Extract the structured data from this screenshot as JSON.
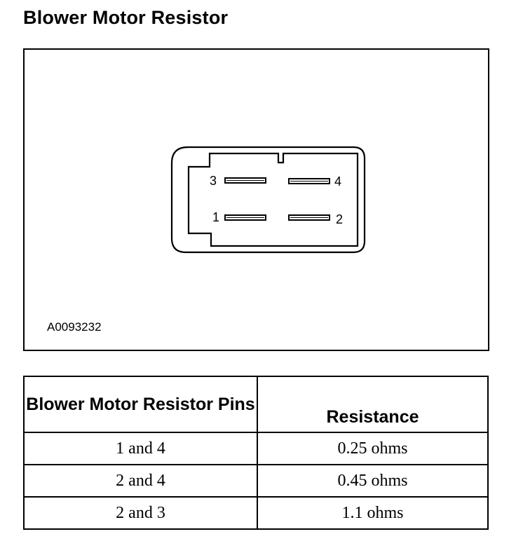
{
  "page": {
    "title": "Blower Motor Resistor"
  },
  "figure": {
    "id": "A0093232",
    "pin_labels": {
      "p1": "1",
      "p2": "2",
      "p3": "3",
      "p4": "4"
    }
  },
  "table": {
    "headers": [
      "Blower Motor Resistor Pins",
      "Resistance"
    ],
    "rows": [
      [
        "1 and 4",
        "0.25 ohms"
      ],
      [
        "2 and 4",
        "0.45 ohms"
      ],
      [
        "2 and 3",
        "1.1 ohms"
      ]
    ]
  }
}
